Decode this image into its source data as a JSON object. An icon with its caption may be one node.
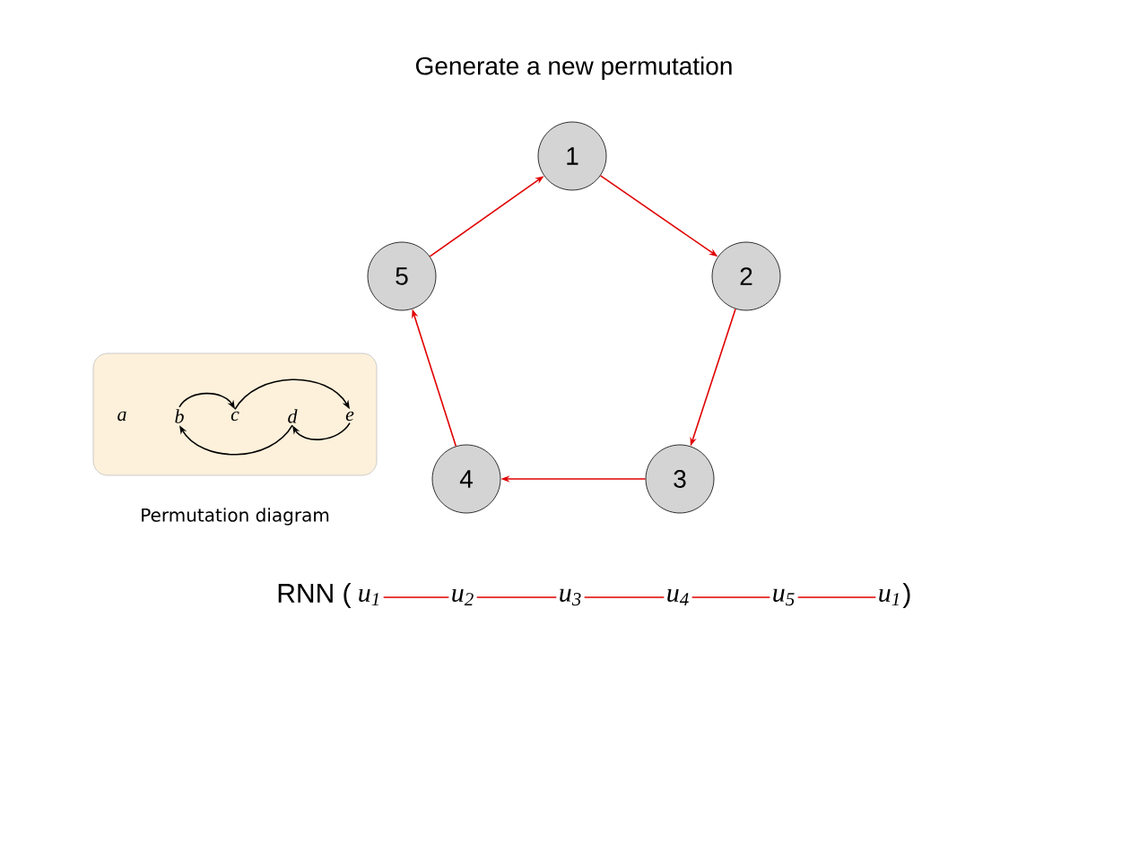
{
  "diagram": {
    "title": "Generate a new permutation",
    "nodes": [
      {
        "text": [
          "1"
        ]
      },
      {
        "text": [
          "2"
        ]
      },
      {
        "text": [
          "3"
        ]
      },
      {
        "text": [
          "4"
        ]
      },
      {
        "text": [
          "5"
        ]
      },
      {
        "text": [],
        "shape": "box",
        "beside": [
          "Permutation diagram"
        ]
      },
      {
        "text": [
          "a"
        ],
        "in": 5
      },
      {
        "text": [
          "b"
        ],
        "in": 5
      },
      {
        "text": [
          "c"
        ],
        "in": 5
      },
      {
        "text": [
          "d"
        ],
        "in": 5
      },
      {
        "text": [
          "e"
        ],
        "in": 5
      },
      {
        "text": [
          "u$_{1}$"
        ]
      },
      {
        "text": [
          "u$_{2}$"
        ]
      },
      {
        "text": [
          "u$_{3}$"
        ]
      },
      {
        "text": [
          "u$_{4}$"
        ]
      },
      {
        "text": [
          "u$_{5}$"
        ]
      },
      {
        "text": [
          "u$_{1}$"
        ]
      }
    ],
    "edges": [
      {
        "from": 0,
        "to": 1,
        "arrow": "to",
        "color": "#e00000"
      },
      {
        "from": 1,
        "to": 2,
        "arrow": "to",
        "color": "#e00000"
      },
      {
        "from": 2,
        "to": 3,
        "arrow": "to",
        "color": "#e00000"
      },
      {
        "from": 3,
        "to": 4,
        "arrow": "to",
        "color": "#e00000"
      },
      {
        "from": 4,
        "to": 0,
        "arrow": "to",
        "color": "#e00000"
      },
      {
        "from": 7,
        "to": 8,
        "arrow": "to",
        "color": "#000000"
      },
      {
        "from": 8,
        "to": 10,
        "arrow": "to",
        "color": "#000000"
      },
      {
        "from": 9,
        "to": 7,
        "arrow": "to",
        "color": "#000000"
      },
      {
        "from": 10,
        "to": 9,
        "arrow": "to",
        "color": "#000000"
      },
      {
        "from": 11,
        "to": 12,
        "arrow": "none",
        "color": "#e00000"
      },
      {
        "from": 12,
        "to": 13,
        "arrow": "none",
        "color": "#e00000"
      },
      {
        "from": 13,
        "to": 14,
        "arrow": "none",
        "color": "#e00000"
      },
      {
        "from": 14,
        "to": 15,
        "arrow": "none",
        "color": "#e00000"
      },
      {
        "from": 15,
        "to": 16,
        "arrow": "none",
        "color": "#e00000"
      }
    ],
    "labels": [
      "RNN (",
      ")"
    ]
  }
}
